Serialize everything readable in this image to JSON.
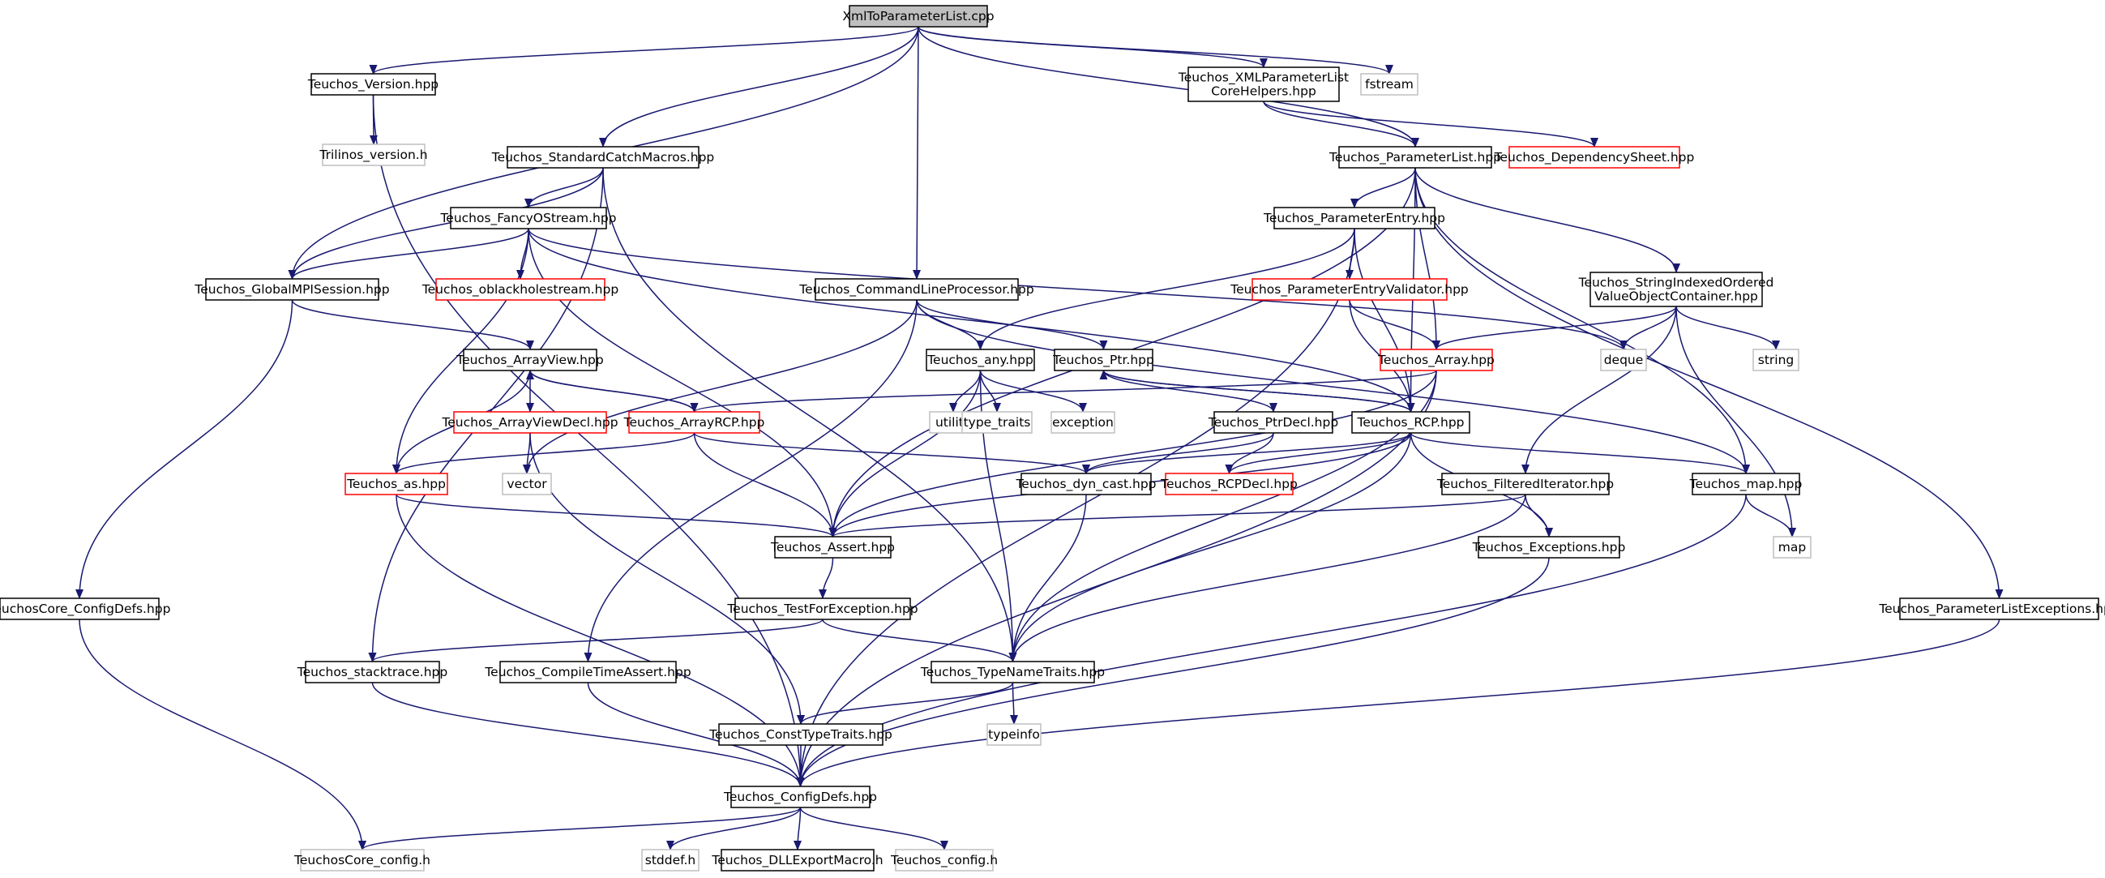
{
  "colors": {
    "edge": "#191970",
    "root_fill": "#bfbfbf",
    "node_border": "#000000",
    "incomplete_border": "#ff0000",
    "external_border": "#bfbfbf"
  },
  "nodes": [
    {
      "id": "root",
      "label": "XmlToParameterList.cpp",
      "kind": "root"
    },
    {
      "id": "version",
      "label": "Teuchos_Version.hpp",
      "kind": "normal"
    },
    {
      "id": "xmlhelpers",
      "label": "Teuchos_XMLParameterList\nCoreHelpers.hpp",
      "kind": "normal"
    },
    {
      "id": "fstream",
      "label": "fstream",
      "kind": "external"
    },
    {
      "id": "trilinos",
      "label": "Trilinos_version.h",
      "kind": "external"
    },
    {
      "id": "stdcatch",
      "label": "Teuchos_StandardCatchMacros.hpp",
      "kind": "normal"
    },
    {
      "id": "paramlist",
      "label": "Teuchos_ParameterList.hpp",
      "kind": "normal"
    },
    {
      "id": "depsheet",
      "label": "Teuchos_DependencySheet.hpp",
      "kind": "incomplete"
    },
    {
      "id": "fancy",
      "label": "Teuchos_FancyOStream.hpp",
      "kind": "normal"
    },
    {
      "id": "paramentry",
      "label": "Teuchos_ParameterEntry.hpp",
      "kind": "normal"
    },
    {
      "id": "globalmpi",
      "label": "Teuchos_GlobalMPISession.hpp",
      "kind": "normal"
    },
    {
      "id": "oblack",
      "label": "Teuchos_oblackholestream.hpp",
      "kind": "incomplete"
    },
    {
      "id": "cmdline",
      "label": "Teuchos_CommandLineProcessor.hpp",
      "kind": "normal"
    },
    {
      "id": "validator",
      "label": "Teuchos_ParameterEntryValidator.hpp",
      "kind": "incomplete"
    },
    {
      "id": "sioc",
      "label": "Teuchos_StringIndexedOrdered\nValueObjectContainer.hpp",
      "kind": "normal"
    },
    {
      "id": "arrayview",
      "label": "Teuchos_ArrayView.hpp",
      "kind": "normal"
    },
    {
      "id": "any",
      "label": "Teuchos_any.hpp",
      "kind": "normal"
    },
    {
      "id": "ptr",
      "label": "Teuchos_Ptr.hpp",
      "kind": "normal"
    },
    {
      "id": "array",
      "label": "Teuchos_Array.hpp",
      "kind": "incomplete"
    },
    {
      "id": "deque",
      "label": "deque",
      "kind": "external"
    },
    {
      "id": "string",
      "label": "string",
      "kind": "external"
    },
    {
      "id": "avdecl",
      "label": "Teuchos_ArrayViewDecl.hpp",
      "kind": "incomplete"
    },
    {
      "id": "arcp",
      "label": "Teuchos_ArrayRCP.hpp",
      "kind": "incomplete"
    },
    {
      "id": "utility",
      "label": "utility",
      "kind": "external"
    },
    {
      "id": "typetraits",
      "label": "type_traits",
      "kind": "external"
    },
    {
      "id": "exception",
      "label": "exception",
      "kind": "external"
    },
    {
      "id": "ptrdecl",
      "label": "Teuchos_PtrDecl.hpp",
      "kind": "normal"
    },
    {
      "id": "rcp",
      "label": "Teuchos_RCP.hpp",
      "kind": "normal"
    },
    {
      "id": "as",
      "label": "Teuchos_as.hpp",
      "kind": "incomplete"
    },
    {
      "id": "vector",
      "label": "vector",
      "kind": "external"
    },
    {
      "id": "dyncast",
      "label": "Teuchos_dyn_cast.hpp",
      "kind": "normal"
    },
    {
      "id": "rcpdecl",
      "label": "Teuchos_RCPDecl.hpp",
      "kind": "incomplete"
    },
    {
      "id": "filtered",
      "label": "Teuchos_FilteredIterator.hpp",
      "kind": "normal"
    },
    {
      "id": "map_hpp",
      "label": "Teuchos_map.hpp",
      "kind": "normal"
    },
    {
      "id": "assert",
      "label": "Teuchos_Assert.hpp",
      "kind": "normal"
    },
    {
      "id": "exceptions",
      "label": "Teuchos_Exceptions.hpp",
      "kind": "normal"
    },
    {
      "id": "map",
      "label": "map",
      "kind": "external"
    },
    {
      "id": "coreconfigdefs",
      "label": "TeuchosCore_ConfigDefs.hpp",
      "kind": "normal"
    },
    {
      "id": "testforexc",
      "label": "Teuchos_TestForException.hpp",
      "kind": "normal"
    },
    {
      "id": "plexc",
      "label": "Teuchos_ParameterListExceptions.hpp",
      "kind": "normal"
    },
    {
      "id": "stacktrace",
      "label": "Teuchos_stacktrace.hpp",
      "kind": "normal"
    },
    {
      "id": "ctassert",
      "label": "Teuchos_CompileTimeAssert.hpp",
      "kind": "normal"
    },
    {
      "id": "typename",
      "label": "Teuchos_TypeNameTraits.hpp",
      "kind": "normal"
    },
    {
      "id": "consttype",
      "label": "Teuchos_ConstTypeTraits.hpp",
      "kind": "normal"
    },
    {
      "id": "typeinfo",
      "label": "typeinfo",
      "kind": "external"
    },
    {
      "id": "configdefs",
      "label": "Teuchos_ConfigDefs.hpp",
      "kind": "normal"
    },
    {
      "id": "coreconfig",
      "label": "TeuchosCore_config.h",
      "kind": "external"
    },
    {
      "id": "stddef",
      "label": "stddef.h",
      "kind": "external"
    },
    {
      "id": "dllexport",
      "label": "Teuchos_DLLExportMacro.h",
      "kind": "normal"
    },
    {
      "id": "config",
      "label": "Teuchos_config.h",
      "kind": "external"
    }
  ],
  "edges": [
    [
      "root",
      "version"
    ],
    [
      "root",
      "xmlhelpers"
    ],
    [
      "root",
      "fstream"
    ],
    [
      "root",
      "stdcatch"
    ],
    [
      "root",
      "paramlist"
    ],
    [
      "root",
      "globalmpi"
    ],
    [
      "root",
      "cmdline"
    ],
    [
      "version",
      "trilinos"
    ],
    [
      "version",
      "configdefs"
    ],
    [
      "xmlhelpers",
      "paramlist"
    ],
    [
      "xmlhelpers",
      "depsheet"
    ],
    [
      "stdcatch",
      "fancy"
    ],
    [
      "stdcatch",
      "globalmpi"
    ],
    [
      "stdcatch",
      "stacktrace"
    ],
    [
      "stdcatch",
      "typename"
    ],
    [
      "fancy",
      "globalmpi"
    ],
    [
      "fancy",
      "oblack"
    ],
    [
      "fancy",
      "as"
    ],
    [
      "fancy",
      "rcp"
    ],
    [
      "fancy",
      "deque"
    ],
    [
      "fancy",
      "assert"
    ],
    [
      "globalmpi",
      "arrayview"
    ],
    [
      "globalmpi",
      "coreconfigdefs"
    ],
    [
      "paramlist",
      "paramentry"
    ],
    [
      "paramlist",
      "assert"
    ],
    [
      "paramlist",
      "array"
    ],
    [
      "paramlist",
      "rcp"
    ],
    [
      "paramlist",
      "sioc"
    ],
    [
      "paramlist",
      "map_hpp"
    ],
    [
      "paramlist",
      "plexc"
    ],
    [
      "paramentry",
      "validator"
    ],
    [
      "paramentry",
      "any"
    ],
    [
      "paramentry",
      "rcp"
    ],
    [
      "paramentry",
      "configdefs"
    ],
    [
      "validator",
      "array"
    ],
    [
      "validator",
      "rcp"
    ],
    [
      "cmdline",
      "any"
    ],
    [
      "cmdline",
      "ptr"
    ],
    [
      "cmdline",
      "map_hpp"
    ],
    [
      "cmdline",
      "ctassert"
    ],
    [
      "cmdline",
      "vector"
    ],
    [
      "sioc",
      "array"
    ],
    [
      "sioc",
      "deque"
    ],
    [
      "sioc",
      "string"
    ],
    [
      "sioc",
      "map"
    ],
    [
      "sioc",
      "filtered"
    ],
    [
      "arrayview",
      "avdecl"
    ],
    [
      "arrayview",
      "arcp"
    ],
    [
      "arrayview",
      "as"
    ],
    [
      "arcp",
      "arrayview"
    ],
    [
      "arcp",
      "as"
    ],
    [
      "arcp",
      "assert"
    ],
    [
      "arcp",
      "dyncast"
    ],
    [
      "avdecl",
      "vector"
    ],
    [
      "avdecl",
      "consttype"
    ],
    [
      "any",
      "utility"
    ],
    [
      "any",
      "typetraits"
    ],
    [
      "any",
      "exception"
    ],
    [
      "any",
      "assert"
    ],
    [
      "any",
      "typename"
    ],
    [
      "ptr",
      "ptrdecl"
    ],
    [
      "ptr",
      "rcp"
    ],
    [
      "rcp",
      "ptr"
    ],
    [
      "rcp",
      "rcpdecl"
    ],
    [
      "rcp",
      "dyncast"
    ],
    [
      "rcp",
      "map_hpp"
    ],
    [
      "rcp",
      "assert"
    ],
    [
      "rcp",
      "exceptions"
    ],
    [
      "rcp",
      "typename"
    ],
    [
      "ptrdecl",
      "rcpdecl"
    ],
    [
      "ptrdecl",
      "dyncast"
    ],
    [
      "array",
      "arcp"
    ],
    [
      "array",
      "assert"
    ],
    [
      "array",
      "typename"
    ],
    [
      "array",
      "configdefs"
    ],
    [
      "as",
      "assert"
    ],
    [
      "as",
      "configdefs"
    ],
    [
      "dyncast",
      "typename"
    ],
    [
      "filtered",
      "assert"
    ],
    [
      "filtered",
      "exceptions"
    ],
    [
      "filtered",
      "typename"
    ],
    [
      "map_hpp",
      "map"
    ],
    [
      "map_hpp",
      "configdefs"
    ],
    [
      "assert",
      "testforexc"
    ],
    [
      "exceptions",
      "configdefs"
    ],
    [
      "testforexc",
      "stacktrace"
    ],
    [
      "testforexc",
      "typename"
    ],
    [
      "coreconfigdefs",
      "coreconfig"
    ],
    [
      "plexc",
      "configdefs"
    ],
    [
      "stacktrace",
      "configdefs"
    ],
    [
      "ctassert",
      "configdefs"
    ],
    [
      "typename",
      "consttype"
    ],
    [
      "typename",
      "typeinfo"
    ],
    [
      "consttype",
      "configdefs"
    ],
    [
      "configdefs",
      "coreconfig"
    ],
    [
      "configdefs",
      "stddef"
    ],
    [
      "configdefs",
      "dllexport"
    ],
    [
      "configdefs",
      "config"
    ]
  ]
}
